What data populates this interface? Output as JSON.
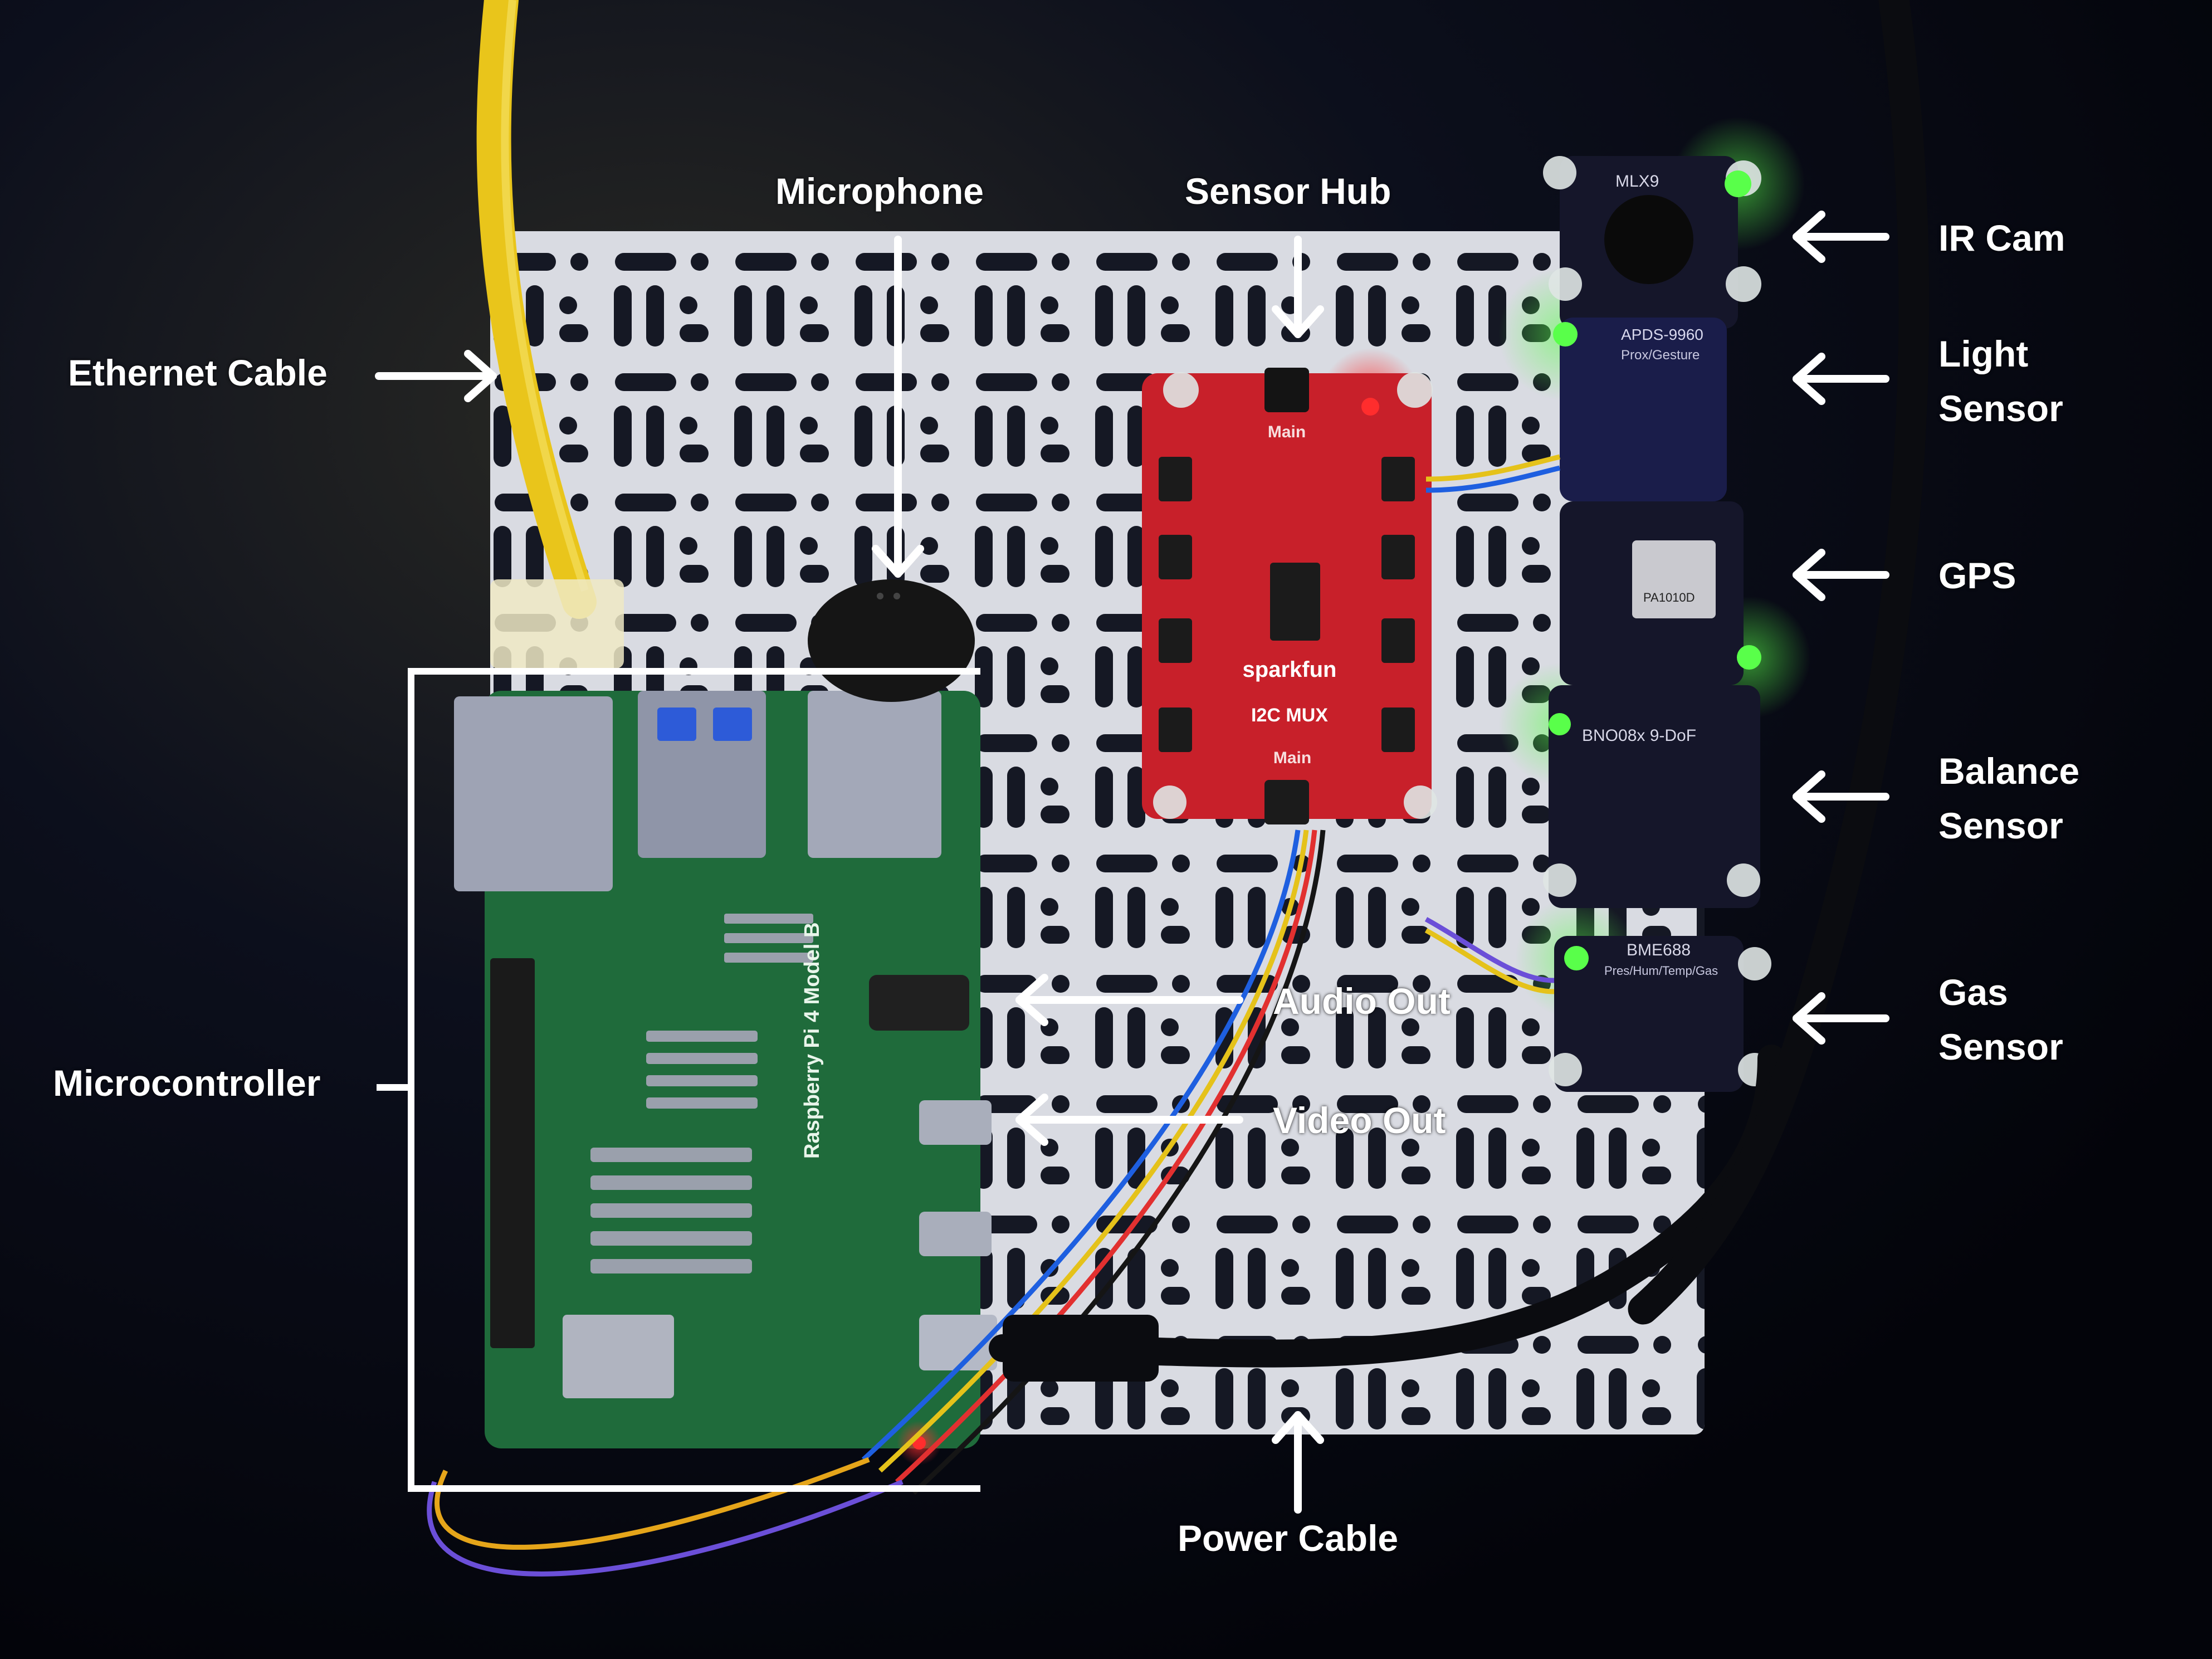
{
  "labels": {
    "microphone": "Microphone",
    "sensor_hub": "Sensor Hub",
    "ir_cam": "IR Cam",
    "ethernet_cable": "Ethernet Cable",
    "light_sensor": [
      "Light",
      "Sensor"
    ],
    "gps": "GPS",
    "balance_sensor": [
      "Balance",
      "Sensor"
    ],
    "gas_sensor": [
      "Gas",
      "Sensor"
    ],
    "microcontroller": "Microcontroller",
    "audio_out": "Audio Out",
    "video_out": "Video Out",
    "power_cable": "Power Cable"
  },
  "board_markings": {
    "mux_brand": "sparkfun",
    "mux_name": "I2C MUX",
    "mux_main_top": "Main",
    "mux_main_bottom": "Main",
    "pi_model": "Raspberry Pi 4 Model B",
    "ir_chip": "MLX9",
    "light_chip": "APDS-9960",
    "light_sub": "Prox/Gesture",
    "gps_chip": "PA1010D",
    "imu_chip": "BNO08x 9-DoF",
    "gas_chip": "BME688",
    "gas_sub": "Pres/Hum/Temp/Gas"
  },
  "colors": {
    "label": "#ffffff",
    "arrow": "#ffffff",
    "background": "#05070c",
    "plate": "#d9dbe2",
    "pi_pcb": "#1f6b3b",
    "mux_pcb": "#c8202a",
    "sensor_pcb": "#15162a",
    "ethernet_cable": "#e9c51b",
    "power_cable": "#0b0c10",
    "led_green": "#59ff4a",
    "led_red": "#ff2d2d"
  }
}
